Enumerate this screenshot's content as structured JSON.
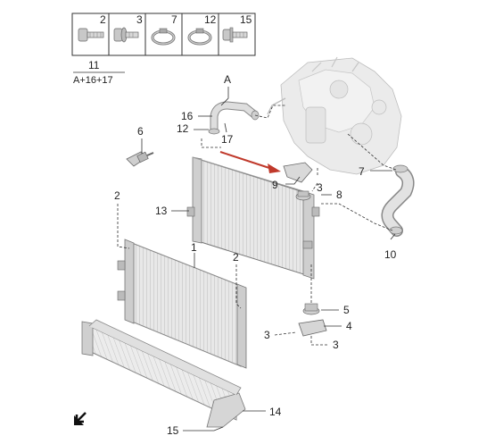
{
  "parts_table": {
    "cells": [
      {
        "num": "2",
        "icon": "bolt-icon"
      },
      {
        "num": "3",
        "icon": "bolt-washer-icon"
      },
      {
        "num": "7",
        "icon": "hose-clamp-icon"
      },
      {
        "num": "12",
        "icon": "hose-clamp-icon"
      },
      {
        "num": "15",
        "icon": "bolt-flange-icon"
      }
    ],
    "kit_number": "11",
    "kit_formula": "A+16+17"
  },
  "callouts": {
    "A": "A",
    "c16": "16",
    "c12_top": "12",
    "c17": "17",
    "c6": "6",
    "c7": "7",
    "c9": "9",
    "c3_top": "3",
    "c8": "8",
    "c2_left": "2",
    "c13": "13",
    "c1": "1",
    "c2_mid": "2",
    "c10": "10",
    "c5": "5",
    "c4": "4",
    "c3_left": "3",
    "c3_bottom": "3",
    "c14": "14",
    "c15": "15"
  },
  "colors": {
    "arrow_red": "#c0392b",
    "part_gray": "#d6d6d6",
    "line": "#333333"
  }
}
